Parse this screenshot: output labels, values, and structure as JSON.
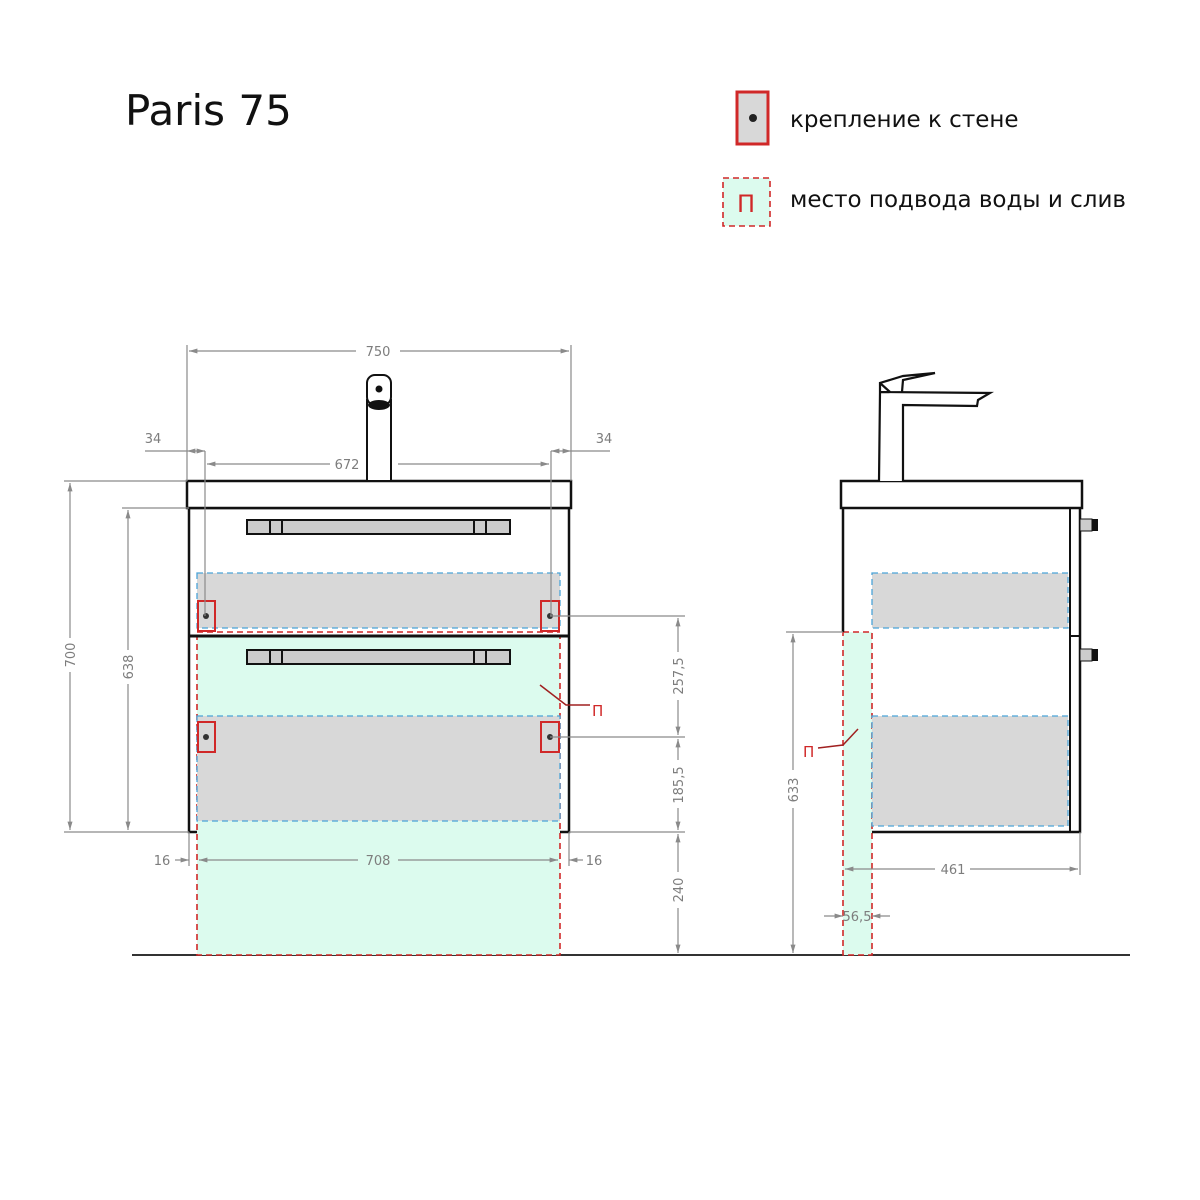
{
  "title": "Paris 75",
  "legend": {
    "wall_mount": {
      "label": "крепление к стене",
      "icon": "wall-mount-icon"
    },
    "water_zone": {
      "label": "место подвода воды и слив",
      "symbol": "П",
      "icon": "water-zone-icon"
    }
  },
  "colors": {
    "mount": "#d02828",
    "water_fill": "#dcfbee",
    "drawer_outline": "#4aa3d8",
    "drawer_fill": "#d8d8d8"
  },
  "front_view": {
    "dims": {
      "total_width": "750",
      "left_offset": "34",
      "right_offset": "34",
      "mount_spacing": "672",
      "total_height": "700",
      "body_height": "638",
      "mount_gap": "257,5",
      "mount_to_bottom": "185,5",
      "floor_gap": "240",
      "left_inset": "16",
      "right_inset": "16",
      "water_width": "708"
    },
    "water_marker": "П"
  },
  "side_view": {
    "dims": {
      "water_height": "633",
      "depth": "461",
      "water_depth": "56,5"
    },
    "water_marker": "П"
  }
}
